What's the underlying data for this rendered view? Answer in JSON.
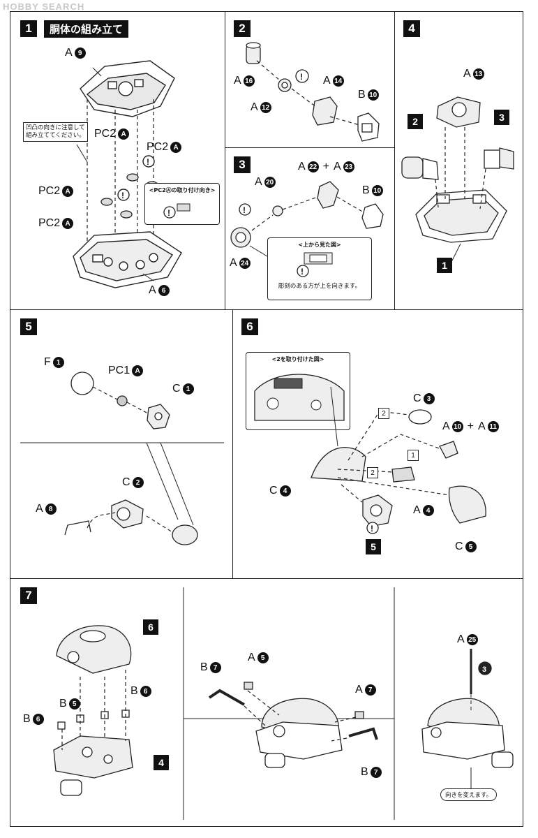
{
  "watermark": "HOBBY SEARCH",
  "steps": {
    "s1": {
      "num": "1",
      "title": "胴体の組み立て",
      "labels": {
        "a9": "A",
        "a9n": "9",
        "pc2_1": "PC2",
        "pc2_2": "PC2",
        "pc2_3": "PC2",
        "pc2_4": "PC2",
        "pcn": "A",
        "a6": "A",
        "a6n": "6"
      },
      "note": [
        "凹凸の向きに注意して",
        "組み立ててください。"
      ],
      "callout": "<PC2Ⓐの取り付け向き>"
    },
    "s2": {
      "num": "2",
      "labels": {
        "a16": "A",
        "a16n": "16",
        "a12": "A",
        "a12n": "12",
        "a14": "A",
        "a14n": "14",
        "b10": "B",
        "b10n": "10"
      }
    },
    "s3": {
      "num": "3",
      "labels": {
        "a20": "A",
        "a20n": "20",
        "a22": "A",
        "a22n": "22",
        "plus": "+",
        "a23": "A",
        "a23n": "23",
        "b10": "B",
        "b10n": "10",
        "a24": "A",
        "a24n": "24"
      },
      "callout_title": "<上から見た図>",
      "callout_text": "彫刻のある方が上を向きます。"
    },
    "s4": {
      "num": "4",
      "labels": {
        "a13": "A",
        "a13n": "13",
        "ref2": "2",
        "ref3": "3",
        "ref1": "1"
      }
    },
    "s5": {
      "num": "5",
      "labels": {
        "f1": "F",
        "f1n": "1",
        "pc1": "PC1",
        "pc1n": "A",
        "c1": "C",
        "c1n": "1",
        "c2": "C",
        "c2n": "2",
        "a8": "A",
        "a8n": "8"
      }
    },
    "s6": {
      "num": "6",
      "callout_title": "<2を取り付けた図>",
      "labels": {
        "c3": "C",
        "c3n": "3",
        "a10": "A",
        "a10n": "10",
        "plus": "+",
        "a11": "A",
        "a11n": "11",
        "c4": "C",
        "c4n": "4",
        "a4": "A",
        "a4n": "4",
        "c5": "C",
        "c5n": "5",
        "ref5": "5",
        "sq1": "1",
        "sq2a": "2",
        "sq2b": "2"
      }
    },
    "s7": {
      "num": "7",
      "labels": {
        "ref6": "6",
        "b5": "B",
        "b5n": "5",
        "b6a": "B",
        "b6an": "6",
        "b6b": "B",
        "b6bn": "6",
        "ref4": "4",
        "b7a": "B",
        "b7an": "7",
        "a5": "A",
        "a5n": "5",
        "a7": "A",
        "a7n": "7",
        "b7b": "B",
        "b7bn": "7",
        "a25": "A",
        "a25n": "25",
        "ref3": "3"
      },
      "pill": "向きを変えます。"
    }
  }
}
